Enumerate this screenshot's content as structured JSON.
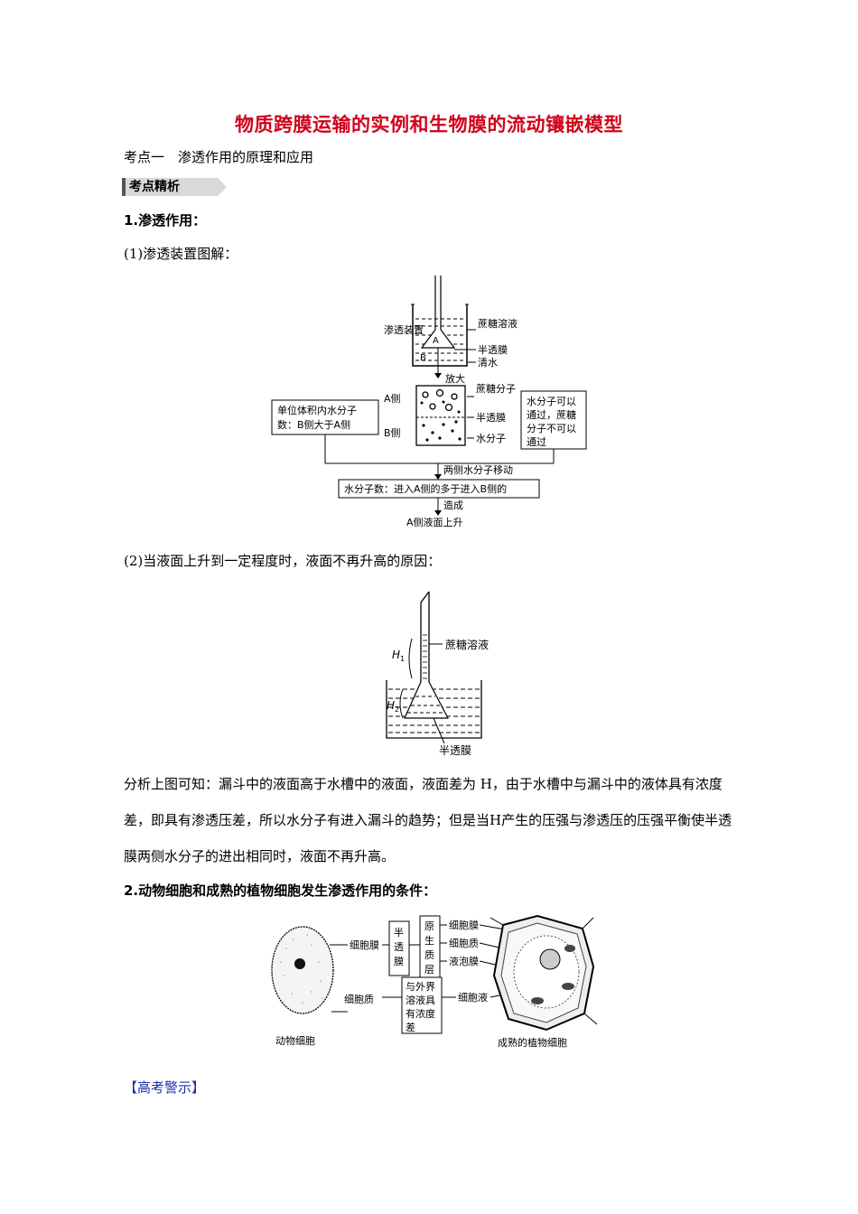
{
  "title": "物质跨膜运输的实例和生物膜的流动镶嵌模型",
  "section": "考点一　渗透作用的原理和应用",
  "banner": "考点精析",
  "h1": "1.渗透作用：",
  "sub1": "(1)渗透装置图解：",
  "fig1": {
    "apparatus": "渗透装置",
    "sucrose_solution": "蔗糖溶液",
    "semipermeable": "半透膜",
    "clear_water": "清水",
    "magnify": "放大",
    "side_a": "A侧",
    "side_b": "B侧",
    "sucrose_molecule": "蔗糖分子",
    "water_molecule": "水分子",
    "left_box": "单位体积内水分子数：B侧大于A侧",
    "right_box": "水分子可以通过，蔗糖分子不可以通过",
    "move": "两侧水分子移动",
    "count_box": "水分子数：进入A侧的多于进入B侧的",
    "cause": "造成",
    "result": "A侧液面上升"
  },
  "sub2": "(2)当液面上升到一定程度时，液面不再升高的原因：",
  "fig2": {
    "sucrose_solution": "蔗糖溶液",
    "membrane": "半透膜",
    "h1": "H",
    "h2": "H"
  },
  "analysis": "分析上图可知：漏斗中的液面高于水槽中的液面，液面差为 H，由于水槽中与漏斗中的液体具有浓度差，即具有渗透压差，所以水分子有进入漏斗的趋势；但是当H产生的压强与渗透压的压强平衡使半透膜两侧水分子的进出相同时，液面不再升高。",
  "h2": "2.动物细胞和成熟的植物细胞发生渗透作用的条件：",
  "fig3": {
    "cell_membrane": "细胞膜",
    "semipermeable": "半透膜",
    "protoplast": "原生质层",
    "cytoplasm": "细胞质",
    "vacuole_membrane": "液泡膜",
    "concentration": "与外界溶液具有浓度差",
    "cell_sap": "细胞液",
    "animal_cell": "动物细胞",
    "plant_cell": "成熟的植物细胞"
  },
  "warning": "【高考警示】"
}
